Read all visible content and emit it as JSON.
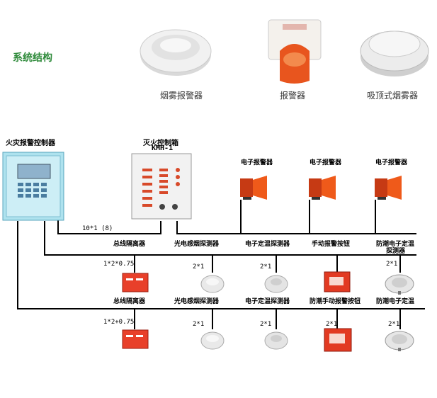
{
  "title": "系统结构",
  "top_products": [
    {
      "caption": "烟雾报警器"
    },
    {
      "caption": "报警器"
    },
    {
      "caption": "吸顶式烟雾器"
    }
  ],
  "controller": {
    "label": "火灾报警控制器"
  },
  "extinguish_box": {
    "label": "灭火控制箱",
    "model": "KMH-1"
  },
  "electronic_alarms": [
    "电子报警器",
    "电子报警器",
    "电子报警器"
  ],
  "wiring": {
    "bus1": "10*1   (8)"
  },
  "row1_labels": [
    "总线隔离器",
    "光电感烟探测器",
    "电子定温探测器",
    "手动报警按钮",
    "防潮电子定温",
    "探测器"
  ],
  "row2": {
    "spec": "1*2*0.75",
    "counts": [
      "2*1",
      "2*1",
      "2*1"
    ],
    "labels": [
      "总线隔离器",
      "光电感烟探测器",
      "电子定温探测器",
      "防潮手动报警按钮",
      "防潮电子定温"
    ]
  },
  "row3": {
    "spec": "1*2+0.75",
    "counts": [
      "2*1",
      "2*1",
      "2*1",
      "2*1"
    ]
  }
}
